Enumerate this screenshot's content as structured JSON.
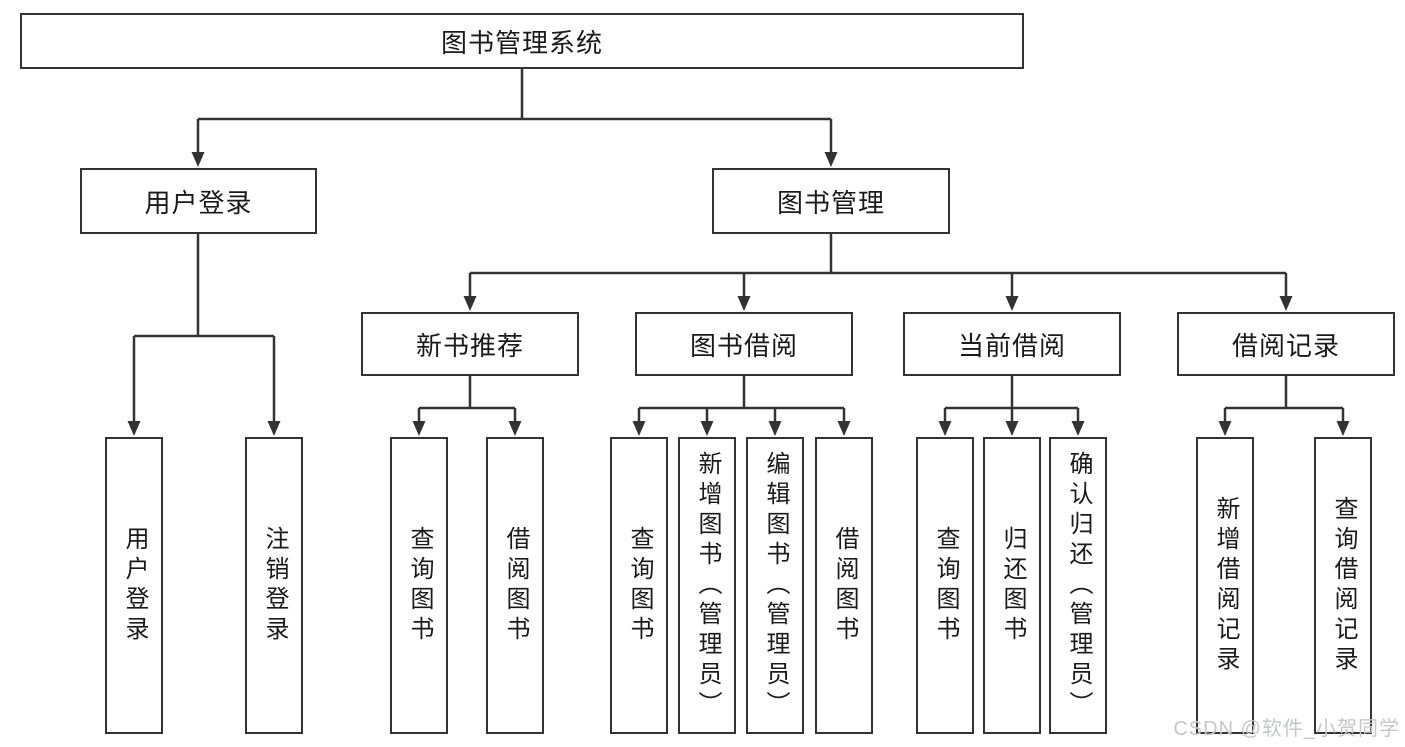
{
  "diagram": {
    "root": {
      "label": "图书管理系统",
      "children": [
        {
          "label": "用户登录",
          "children": [
            {
              "label": "用户登录"
            },
            {
              "label": "注销登录"
            }
          ]
        },
        {
          "label": "图书管理",
          "children": [
            {
              "label": "新书推荐",
              "children": [
                {
                  "label": "查询图书"
                },
                {
                  "label": "借阅图书"
                }
              ]
            },
            {
              "label": "图书借阅",
              "children": [
                {
                  "label": "查询图书"
                },
                {
                  "label": "新增图书（管理员）"
                },
                {
                  "label": "编辑图书（管理员）"
                },
                {
                  "label": "借阅图书"
                }
              ]
            },
            {
              "label": "当前借阅",
              "children": [
                {
                  "label": "查询图书"
                },
                {
                  "label": "归还图书"
                },
                {
                  "label": "确认归还（管理员）"
                }
              ]
            },
            {
              "label": "借阅记录",
              "children": [
                {
                  "label": "新增借阅记录"
                },
                {
                  "label": "查询借阅记录"
                }
              ]
            }
          ]
        }
      ]
    },
    "colors": {
      "line": "#333333",
      "box_border": "#333333",
      "box_fill": "#ffffff",
      "text": "#1a1a1a",
      "watermark": "#c4c6c9",
      "background": "#ffffff"
    }
  },
  "watermark": {
    "text": "CSDN @软件_小贺同学"
  }
}
